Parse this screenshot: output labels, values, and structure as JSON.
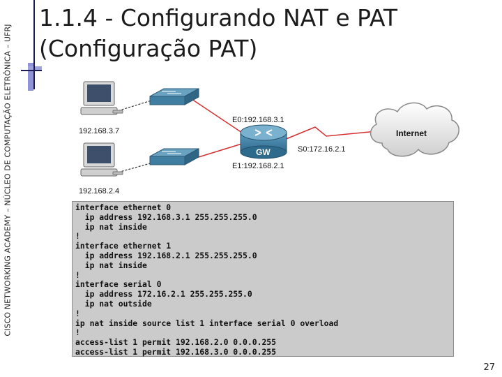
{
  "side_label": "CISCO NETWORKING ACADEMY – NÚCLEO DE COMPUTAÇÃO ELETRÔNICA – UFRJ",
  "title": {
    "line1": "1.1.4 - Configurando NAT e PAT",
    "line2": "(Configuração PAT)"
  },
  "diagram": {
    "pc1_ip": "192.168.3.7",
    "pc2_ip": "192.168.2.4",
    "router_name": "GW",
    "e0_label": "E0:192.168.3.1",
    "e1_label": "E1:192.168.2.1",
    "s0_label": "S0:172.16.2.1",
    "cloud_label": "Internet",
    "colors": {
      "router": "#3f7ea0",
      "cloud": "#e8e8e8",
      "link": "#d43030",
      "switch": "#3f7ea0"
    }
  },
  "config_lines": [
    "interface ethernet 0",
    "  ip address 192.168.3.1 255.255.255.0",
    "  ip nat inside",
    "!",
    "interface ethernet 1",
    "  ip address 192.168.2.1 255.255.255.0",
    "  ip nat inside",
    "!",
    "interface serial 0",
    "  ip address 172.16.2.1 255.255.255.0",
    "  ip nat outside",
    "!",
    "ip nat inside source list 1 interface serial 0 overload",
    "!",
    "access-list 1 permit 192.168.2.0 0.0.0.255",
    "access-list 1 permit 192.168.3.0 0.0.0.255"
  ],
  "page_number": "27"
}
